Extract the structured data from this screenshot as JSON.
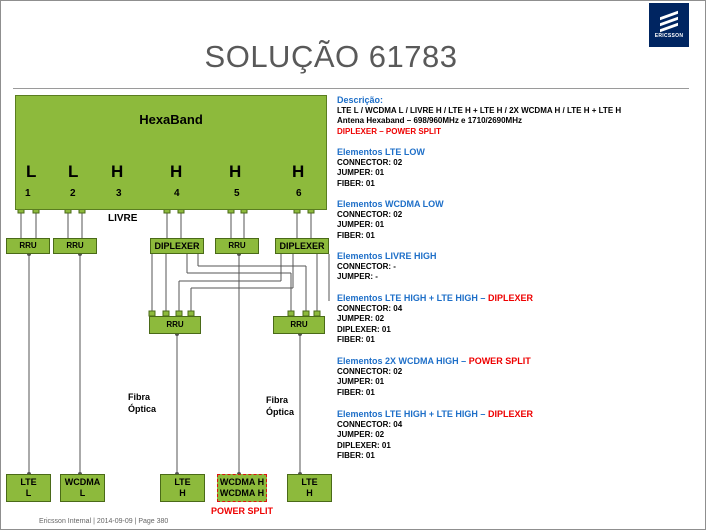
{
  "title": "SOLUÇÃO 61783",
  "logo": {
    "text": "ERICSSON"
  },
  "hexaband": {
    "title": "HexaBand",
    "bands": [
      "L",
      "L",
      "H",
      "H",
      "H",
      "H"
    ],
    "ports": [
      "1",
      "2",
      "3",
      "4",
      "5",
      "6"
    ],
    "livre_label": "LIVRE"
  },
  "components": {
    "rru_label": "RRU",
    "diplexer_label": "DIPLEXER"
  },
  "outputs": [
    {
      "line1": "LTE",
      "line2": "L"
    },
    {
      "line1": "WCDMA",
      "line2": "L"
    },
    {
      "line1": "LTE",
      "line2": "H"
    },
    {
      "line1": "WCDMA H",
      "line2": "WCDMA H"
    },
    {
      "line1": "LTE",
      "line2": "H"
    }
  ],
  "fibra_labels": [
    "Fibra",
    "Óptica"
  ],
  "power_split_label": "POWER SPLIT",
  "description": {
    "heading": "Descrição:",
    "line1": "LTE L / WCDMA L / LIVRE H / LTE H + LTE H / 2X WCDMA H / LTE H + LTE H",
    "line2": "Antena Hexaband – 698/960MHz  e  1710/2690MHz",
    "line3": "DIPLEXER – POWER SPLIT"
  },
  "sections": [
    {
      "title": "Elementos LTE LOW",
      "title_red": "",
      "lines": [
        "CONNECTOR: 02",
        "JUMPER: 01",
        "FIBER: 01"
      ]
    },
    {
      "title": "Elementos WCDMA LOW",
      "title_red": "",
      "lines": [
        "CONNECTOR: 02",
        "JUMPER: 01",
        "FIBER: 01"
      ]
    },
    {
      "title": "Elementos LIVRE HIGH",
      "title_red": "",
      "lines": [
        "CONNECTOR: -",
        "JUMPER: -"
      ]
    },
    {
      "title": "Elementos LTE HIGH + LTE HIGH – ",
      "title_red": "DIPLEXER",
      "lines": [
        "CONNECTOR: 04",
        "JUMPER: 02",
        "DIPLEXER: 01",
        "FIBER: 01"
      ]
    },
    {
      "title": "Elementos 2X WCDMA HIGH – ",
      "title_red": "POWER SPLIT",
      "lines": [
        "CONNECTOR: 02",
        "JUMPER: 01",
        "FIBER: 01"
      ]
    },
    {
      "title": "Elementos LTE HIGH + LTE HIGH – ",
      "title_red": "DIPLEXER",
      "lines": [
        "CONNECTOR: 04",
        "JUMPER: 02",
        "DIPLEXER: 01",
        "FIBER: 01"
      ]
    }
  ],
  "footer": "Ericsson Internal  |  2014-09-09  |  Page 380"
}
